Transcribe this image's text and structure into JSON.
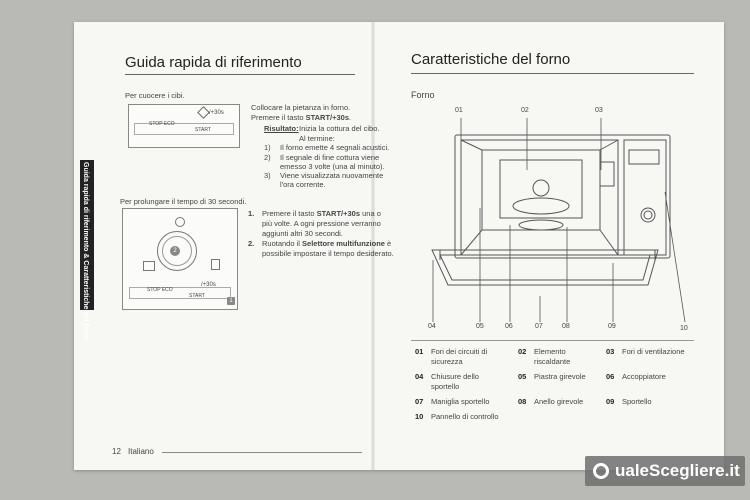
{
  "left": {
    "title": "Guida rapida di riferimento",
    "section1": "Per cuocere i cibi.",
    "panel1": {
      "stop_eco": "STOP  ECO",
      "start": "START",
      "plus30": "/+30s"
    },
    "step_intro": [
      "Collocare la pietanza in forno.",
      "Premere il tasto "
    ],
    "start_key": "START/+30s",
    "start_key_end": ".",
    "result_label": "Risultato:",
    "result_text": "Inizia la cottura del cibo.",
    "result_text2": "Al termine:",
    "result_items": [
      {
        "num": "1)",
        "text": "Il forno emette 4 segnali acustici."
      },
      {
        "num": "2)",
        "text": "Il segnale di fine cottura viene"
      },
      {
        "num": "",
        "text": "emesso 3 volte (una al minuto)."
      },
      {
        "num": "3)",
        "text": "Viene visualizzata nuovamente"
      },
      {
        "num": "",
        "text": "l'ora corrente."
      }
    ],
    "section2": "Per prolungare il tempo di 30 secondi.",
    "panel2": {
      "stop_eco": "STOP  ECO",
      "start": "START",
      "plus30": "/+30s",
      "dial_num": "2",
      "badge": "1"
    },
    "steps2": [
      {
        "num": "1.",
        "pre": "Premere il tasto ",
        "bold": "START/+30s",
        "post": " una o"
      },
      {
        "num": "",
        "pre": "più volte. A ogni pressione verranno",
        "bold": "",
        "post": ""
      },
      {
        "num": "",
        "pre": "aggiunti altri 30 secondi.",
        "bold": "",
        "post": ""
      },
      {
        "num": "2.",
        "pre": "Ruotando il ",
        "bold": "Selettore multifunzione",
        "post": " è"
      },
      {
        "num": "",
        "pre": "possibile impostare il tempo desiderato.",
        "bold": "",
        "post": ""
      }
    ],
    "tab_text": "Guida rapida di riferimento & Caratteristiche del forno",
    "page_number": "12",
    "language": "Italiano"
  },
  "right": {
    "title": "Caratteristiche del forno",
    "subtitle": "Forno",
    "callouts_top": [
      "01",
      "02",
      "03"
    ],
    "callouts_bottom": [
      "04",
      "05",
      "06",
      "07",
      "08",
      "09",
      "10"
    ],
    "legend": [
      {
        "num": "01",
        "text": [
          "Fori dei circuiti di",
          "sicurezza"
        ]
      },
      {
        "num": "02",
        "text": [
          "Elemento",
          "riscaldante"
        ]
      },
      {
        "num": "03",
        "text": [
          "Fori di ventilazione"
        ]
      },
      {
        "num": "04",
        "text": [
          "Chiusure dello",
          "sportello"
        ]
      },
      {
        "num": "05",
        "text": [
          "Piastra girevole"
        ]
      },
      {
        "num": "06",
        "text": [
          "Accoppiatore"
        ]
      },
      {
        "num": "07",
        "text": [
          "Maniglia sportello"
        ]
      },
      {
        "num": "08",
        "text": [
          "Anello girevole"
        ]
      },
      {
        "num": "09",
        "text": [
          "Sportello"
        ]
      },
      {
        "num": "10",
        "text": [
          "Pannello di controllo"
        ]
      }
    ]
  },
  "watermark": "ualeScegliere.it"
}
